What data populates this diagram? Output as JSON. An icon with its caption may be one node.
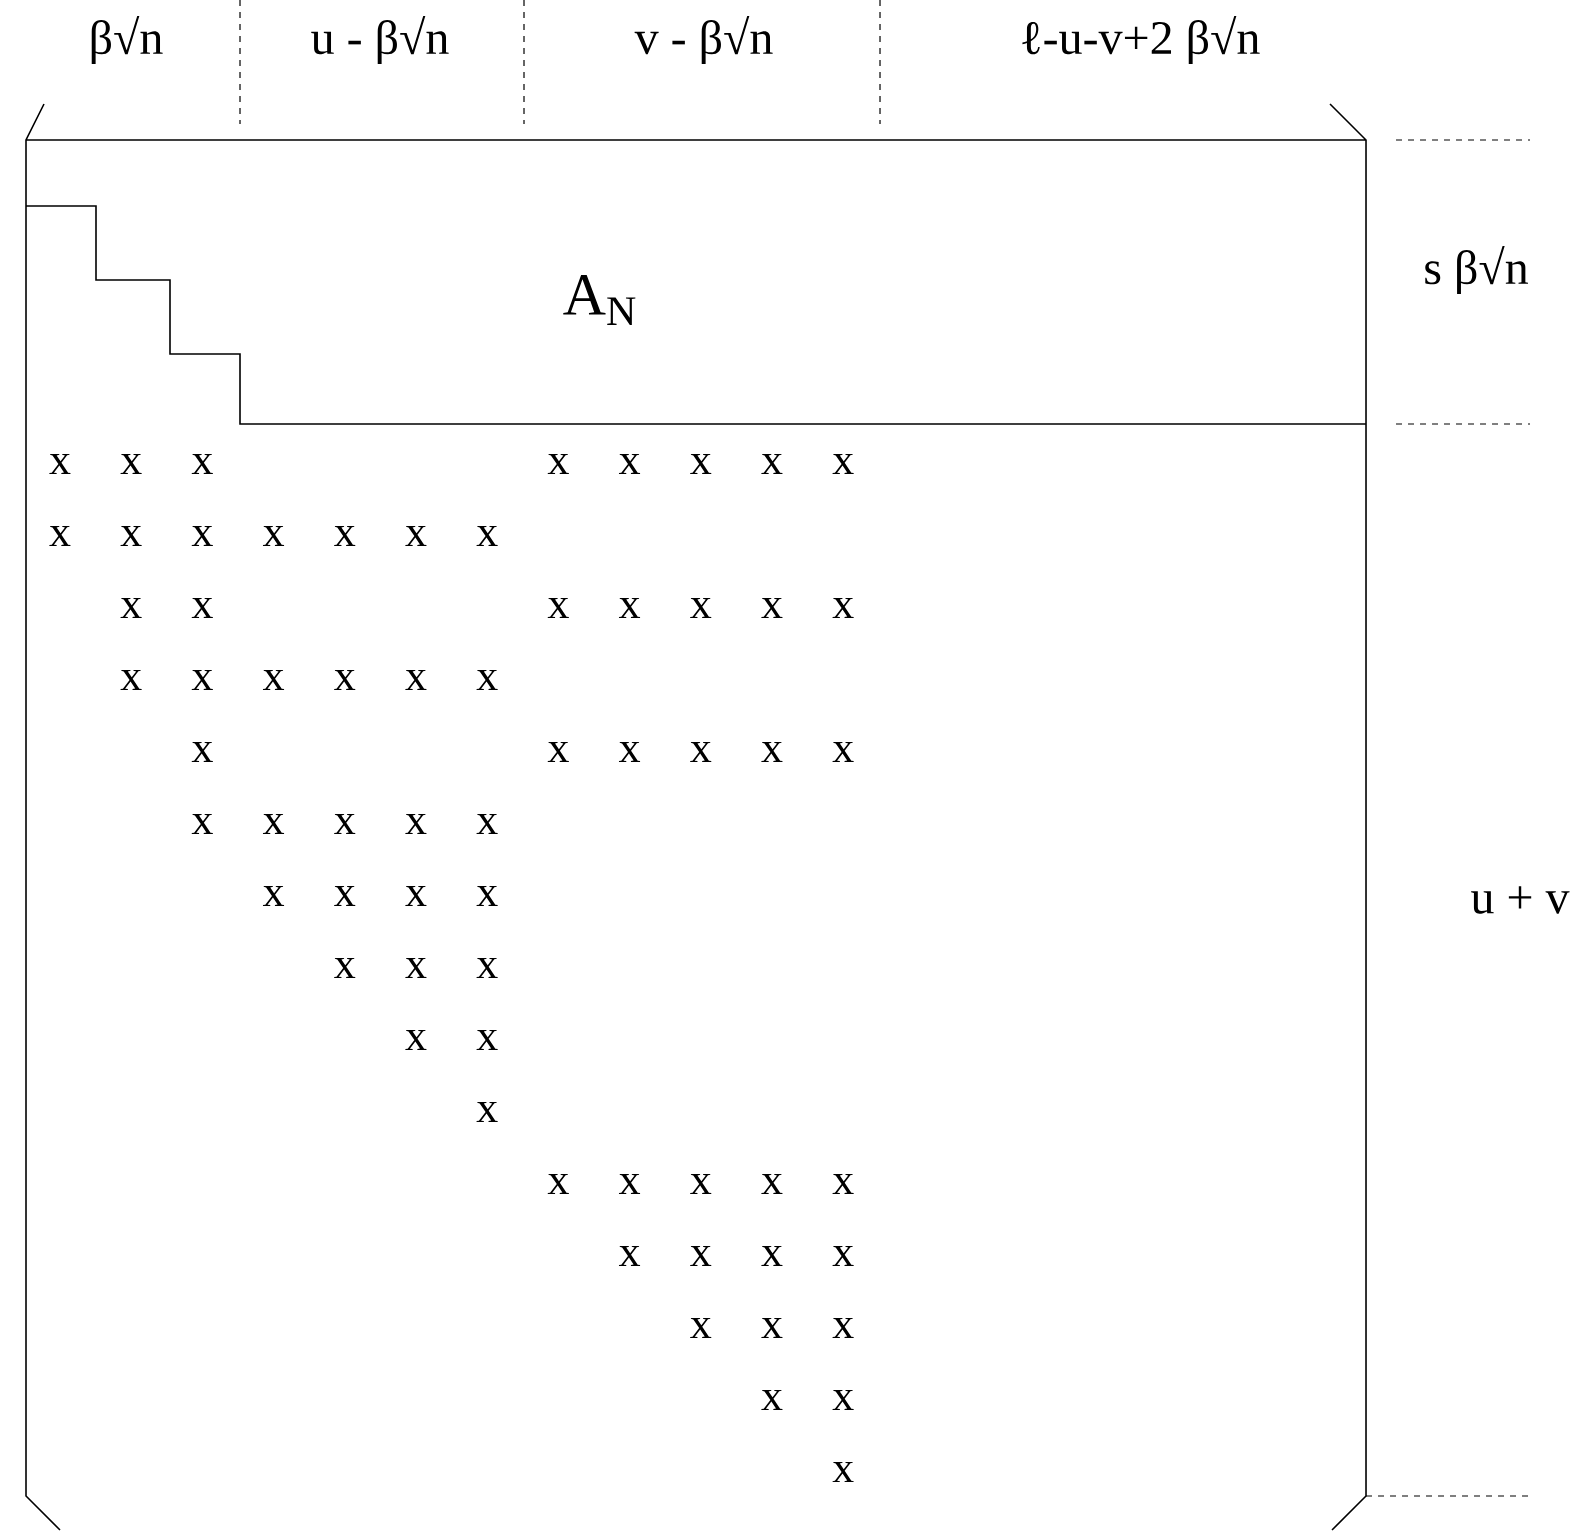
{
  "diagram": {
    "labels": [
      "β√n",
      "u -  β√n",
      "v -  β√n",
      "ℓ-u-v+2  β√n",
      "A$_{N}$",
      "s β√n",
      "u + v",
      "x",
      "x",
      "x",
      "x",
      "x",
      "x",
      "x",
      "x",
      "x",
      "x",
      "x",
      "x",
      "x",
      "x",
      "x",
      "x",
      "x",
      "x",
      "x",
      "x",
      "x",
      "x",
      "x",
      "x",
      "x",
      "x",
      "x",
      "x",
      "x",
      "x",
      "x",
      "x",
      "x",
      "x",
      "x",
      "x",
      "x",
      "x",
      "x",
      "x",
      "x",
      "x",
      "x",
      "x",
      "x",
      "x",
      "x",
      "x",
      "x",
      "x",
      "x",
      "x",
      "x",
      "x",
      "x",
      "x",
      "x",
      "x",
      "x",
      "x",
      "x",
      "x",
      "x",
      "x"
    ]
  }
}
